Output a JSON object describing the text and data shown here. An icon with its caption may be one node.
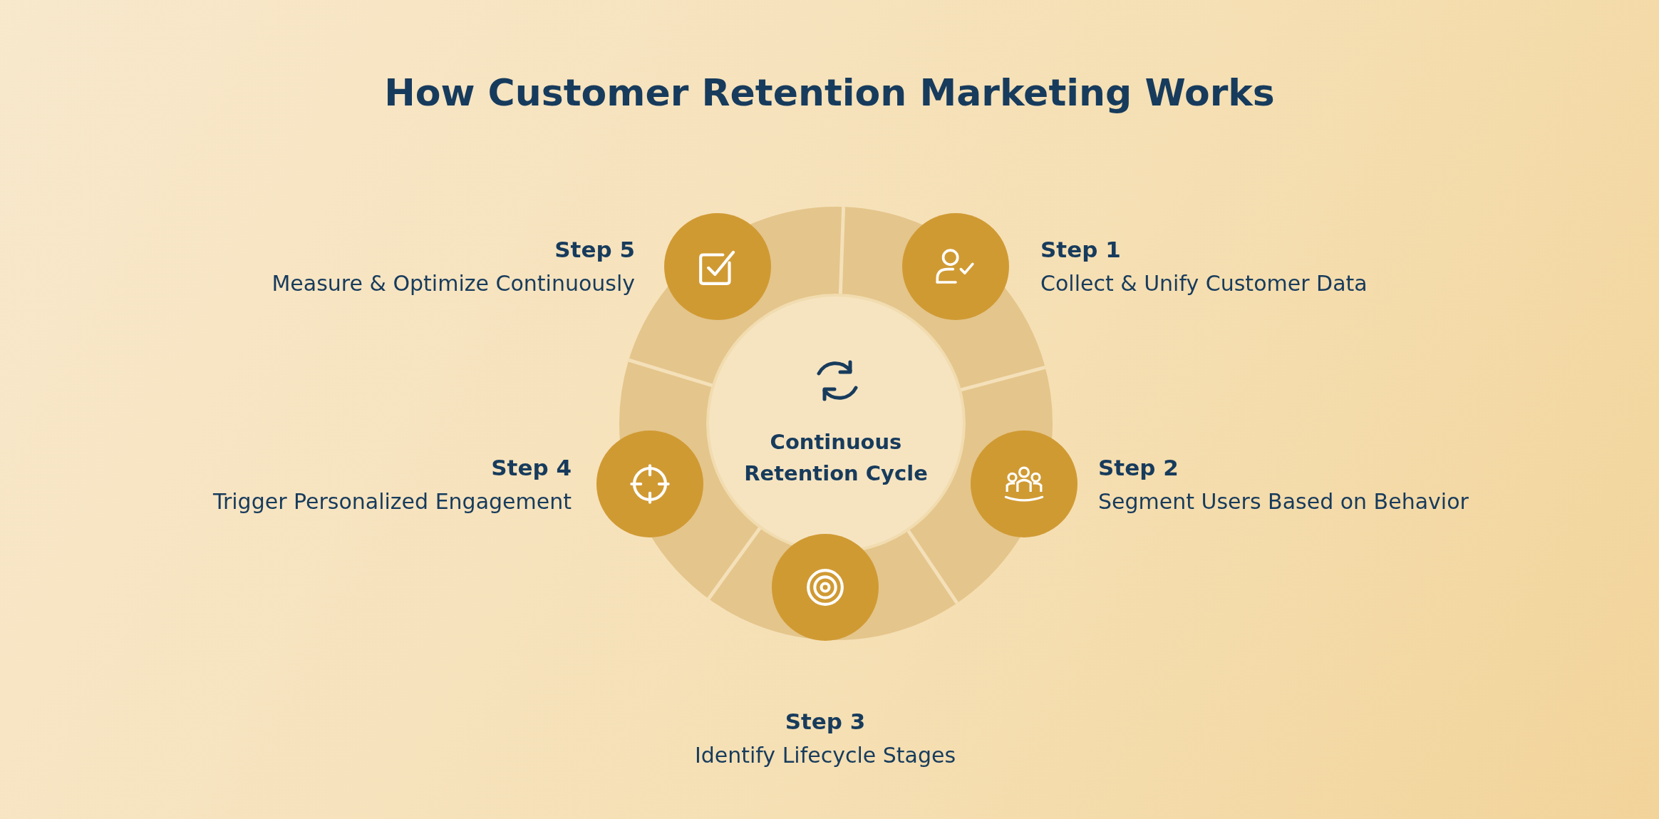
{
  "diagram": {
    "title": "How Customer Retention Marketing Works",
    "nodes": [
      {
        "text": [
          "Continuous Retention Cycle"
        ]
      },
      {
        "text": [],
        "shape": "circle",
        "beside": [
          "Step 1",
          "Collect & Unify Customer Data"
        ]
      },
      {
        "text": [],
        "shape": "circle",
        "beside": [
          "Step 2",
          "Segment Users Based on Behavior"
        ]
      },
      {
        "text": [],
        "shape": "circle",
        "beside": [
          "Step 3",
          "Identify Lifecycle Stages"
        ]
      },
      {
        "text": [],
        "shape": "circle",
        "beside": [
          "Step 4",
          "Trigger Personalized Engagement"
        ]
      },
      {
        "text": [],
        "shape": "circle",
        "beside": [
          "Step 5",
          "Measure & Optimize Continuously"
        ]
      }
    ]
  }
}
